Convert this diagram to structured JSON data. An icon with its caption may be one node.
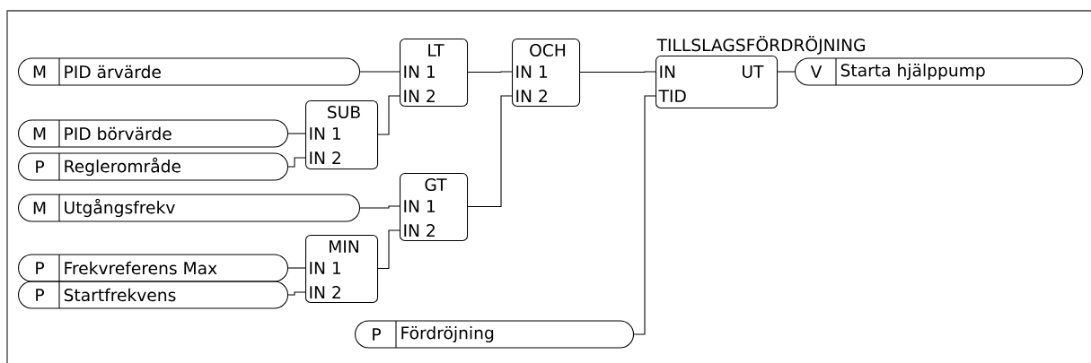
{
  "diagram": {
    "nodes": [
      {
        "text": [
          "M",
          "PID ärvärde"
        ]
      },
      {
        "text": [
          "LT",
          "IN 1",
          "IN 2"
        ]
      },
      {
        "text": [
          "OCH",
          "IN 1",
          "IN 2"
        ]
      },
      {
        "text": [
          "TILLSLAGSFÖRDRÖJNING",
          "IN",
          "UT",
          "TID"
        ]
      },
      {
        "text": [
          "V",
          "Starta hjälppump"
        ]
      },
      {
        "text": [
          "SUB",
          "IN 1",
          "IN 2"
        ]
      },
      {
        "text": [
          "M",
          "PID börvärde"
        ]
      },
      {
        "text": [
          "P",
          "Reglerområde"
        ]
      },
      {
        "text": [
          "M",
          "Utgångsfrekv"
        ]
      },
      {
        "text": [
          "GT",
          "IN 1",
          "IN 2"
        ]
      },
      {
        "text": [
          "MIN",
          "IN 1",
          "IN 2"
        ]
      },
      {
        "text": [
          "P",
          "Frekvreferens Max"
        ]
      },
      {
        "text": [
          "P",
          "Startfrekvens"
        ]
      },
      {
        "text": [
          "P",
          "Fördröjning"
        ]
      }
    ],
    "edges": [
      {
        "from": 0,
        "to": 1,
        "arrow": "none"
      },
      {
        "from": 5,
        "to": 1,
        "arrow": "none"
      },
      {
        "from": 1,
        "to": 2,
        "arrow": "none"
      },
      {
        "from": 9,
        "to": 2,
        "arrow": "none"
      },
      {
        "from": 2,
        "to": 3,
        "arrow": "none"
      },
      {
        "from": 13,
        "to": 3,
        "arrow": "none"
      },
      {
        "from": 3,
        "to": 4,
        "arrow": "none"
      },
      {
        "from": 6,
        "to": 5,
        "arrow": "none"
      },
      {
        "from": 7,
        "to": 5,
        "arrow": "none"
      },
      {
        "from": 8,
        "to": 9,
        "arrow": "none"
      },
      {
        "from": 10,
        "to": 9,
        "arrow": "none"
      },
      {
        "from": 11,
        "to": 10,
        "arrow": "none"
      },
      {
        "from": 12,
        "to": 10,
        "arrow": "none"
      }
    ]
  }
}
